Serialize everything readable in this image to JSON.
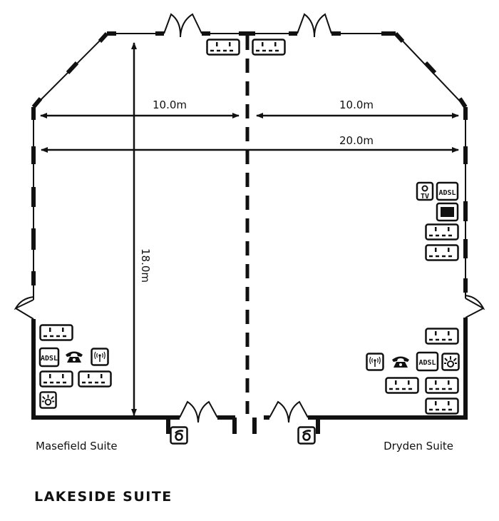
{
  "dimensions": {
    "left_width": "10.0m",
    "right_width": "10.0m",
    "total_width": "20.0m",
    "depth": "18.0m"
  },
  "rooms": {
    "left": "Masefield Suite",
    "right": "Dryden Suite"
  },
  "title": "LAKESIDE SUITE",
  "icons": {
    "adsl": "ADSL",
    "tv": "TV"
  },
  "colors": {
    "ink": "#111111",
    "background": "#ffffff"
  }
}
